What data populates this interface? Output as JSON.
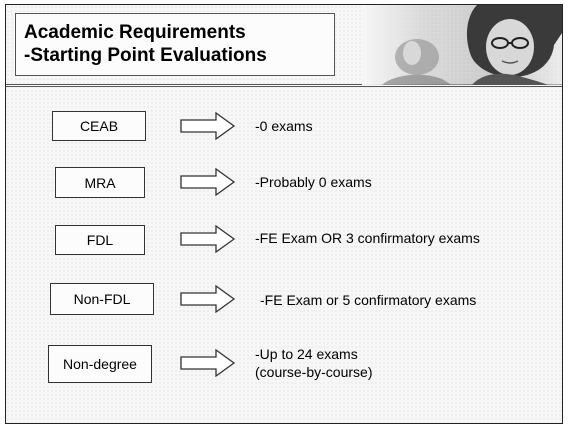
{
  "slide": {
    "title_line1": "Academic Requirements",
    "title_line2": "-Starting Point Evaluations",
    "photo_icon": "woman-with-glasses-photo"
  },
  "rows": [
    {
      "label": "CEAB",
      "text1": "-0 exams",
      "text2": ""
    },
    {
      "label": "MRA",
      "text1": "-Probably 0 exams",
      "text2": ""
    },
    {
      "label": "FDL",
      "text1": "-FE Exam OR 3 confirmatory exams",
      "text2": ""
    },
    {
      "label": "Non-FDL",
      "text1": "-FE Exam or 5 confirmatory exams",
      "text2": ""
    },
    {
      "label": "Non-degree",
      "text1": "-Up to 24 exams",
      "text2": "(course-by-course)"
    }
  ],
  "colors": {
    "border": "#333333",
    "background": "#f7f7f7"
  }
}
